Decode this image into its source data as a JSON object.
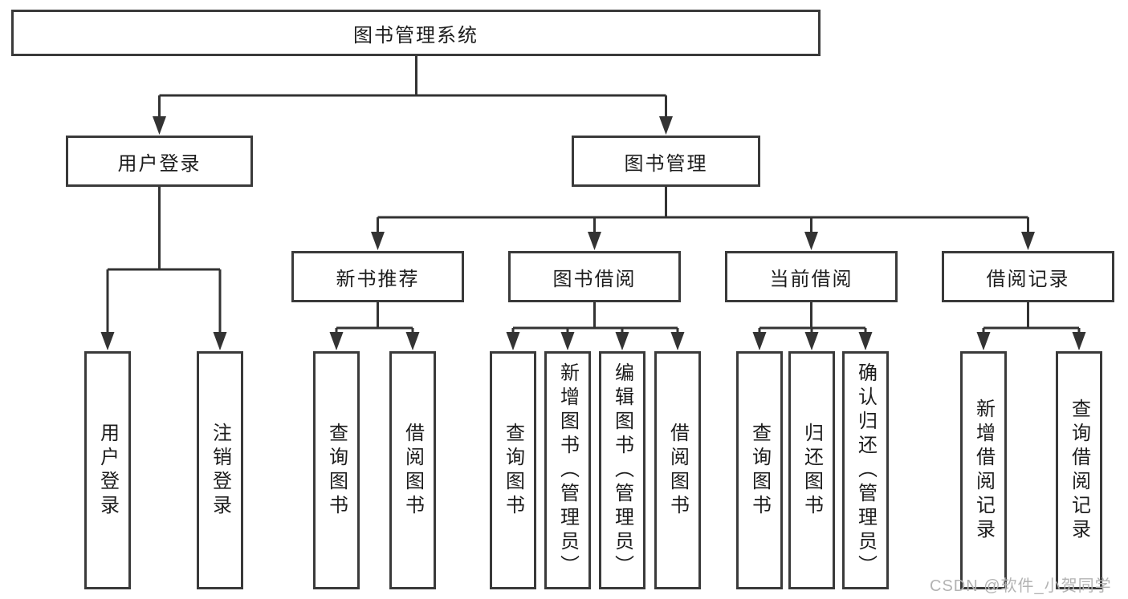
{
  "tree": {
    "root": {
      "label": "图书管理系统",
      "children": [
        {
          "label": "用户登录",
          "children": [
            {
              "label": "用户登录"
            },
            {
              "label": "注销登录"
            }
          ]
        },
        {
          "label": "图书管理",
          "children": [
            {
              "label": "新书推荐",
              "children": [
                {
                  "label": "查询图书"
                },
                {
                  "label": "借阅图书"
                }
              ]
            },
            {
              "label": "图书借阅",
              "children": [
                {
                  "label": "查询图书"
                },
                {
                  "label": "新增图书（管理员）"
                },
                {
                  "label": "编辑图书（管理员）"
                },
                {
                  "label": "借阅图书"
                }
              ]
            },
            {
              "label": "当前借阅",
              "children": [
                {
                  "label": "查询图书"
                },
                {
                  "label": "归还图书"
                },
                {
                  "label": "确认归还（管理员）"
                }
              ]
            },
            {
              "label": "借阅记录",
              "children": [
                {
                  "label": "新增借阅记录"
                },
                {
                  "label": "查询借阅记录"
                }
              ]
            }
          ]
        }
      ]
    }
  },
  "watermark": {
    "text": "CSDN @软件_小贺同学"
  },
  "colors": {
    "background": "#ffffff",
    "line": "#333333",
    "box_border": "#3a3a3a",
    "text": "#1d1d1d",
    "watermark": "#b3b3b3"
  }
}
